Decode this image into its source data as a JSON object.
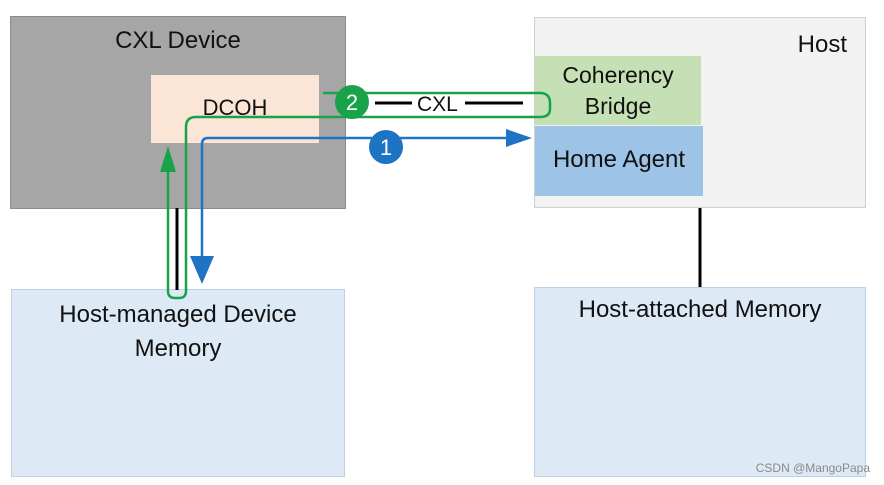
{
  "diagram": {
    "cxl_device": {
      "label": "CXL Device"
    },
    "dcoh": {
      "label": "DCOH"
    },
    "host": {
      "label": "Host"
    },
    "coherency_bridge": {
      "label_line1": "Coherency",
      "label_line2": "Bridge"
    },
    "home_agent": {
      "label": "Home Agent"
    },
    "host_managed_device_memory": {
      "label_line1": "Host-managed Device",
      "label_line2": "Memory"
    },
    "host_attached_memory": {
      "label": "Host-attached Memory"
    },
    "link": {
      "label": "CXL"
    },
    "flows": [
      {
        "badge": "1",
        "color": "#1f73c4"
      },
      {
        "badge": "2",
        "color": "#18a34a"
      }
    ],
    "colors": {
      "device_bg": "#a6a6a6",
      "dcoh_bg": "#fbe5d6",
      "host_bg": "#f2f2f2",
      "bridge_bg": "#c5e0b4",
      "home_agent_bg": "#9dc3e6",
      "memory_bg": "#dee9f6"
    }
  },
  "watermark": "CSDN @MangoPapa"
}
